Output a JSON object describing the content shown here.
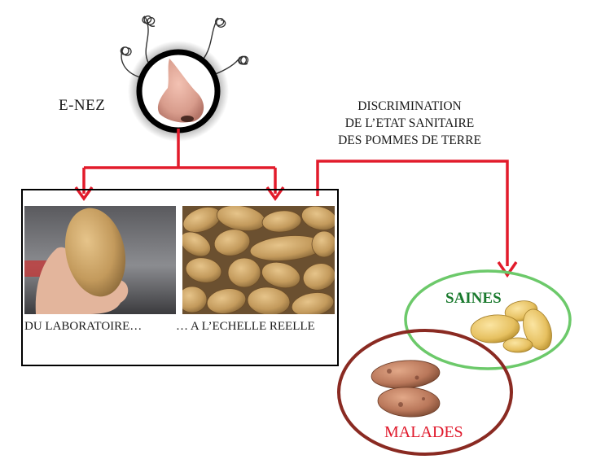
{
  "labels": {
    "enez": "E-NEZ",
    "discrimination_lines": [
      "DISCRIMINATION",
      "DE L’ETAT SANITAIRE",
      "DES POMMES DE TERRE"
    ],
    "laboratoire": "DU LABORATOIRE…",
    "echelle": "… A L’ECHELLE REELLE",
    "saines": "SAINES",
    "malades": "MALADES"
  },
  "colors": {
    "arrow": "#e21b2b",
    "saines_ring": "#6cc96a",
    "saines_text": "#1a7a2e",
    "malades_ring": "#8a2a22",
    "malades_text": "#e0182b",
    "frame": "#000000"
  },
  "icons": {
    "sensor": "nose-sensor-icon",
    "wires": "coiled-wire-icon",
    "hand_potato": "potato-in-hand-photo",
    "potato_pile": "potato-pile-photo",
    "healthy": "healthy-potatoes-photo",
    "diseased": "diseased-potatoes-photo"
  }
}
